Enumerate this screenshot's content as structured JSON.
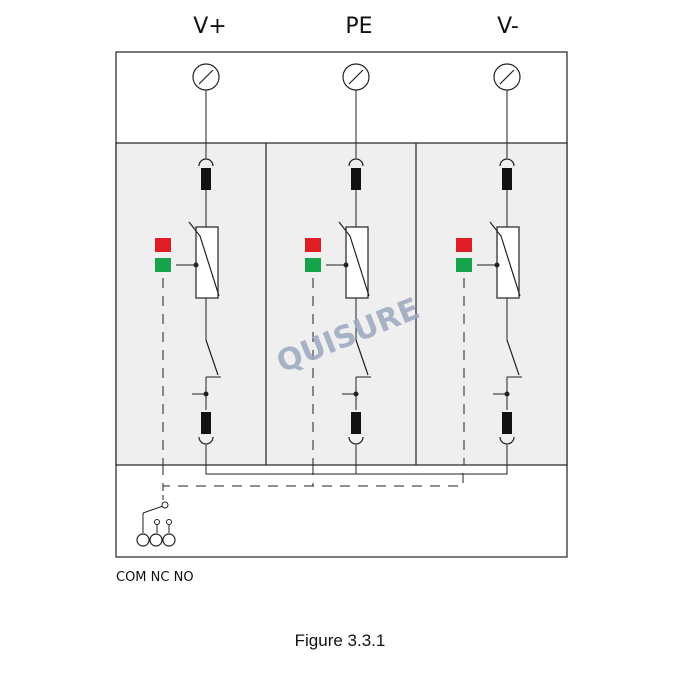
{
  "terminals": [
    {
      "label": "V+",
      "indicator_top": "#e01c24",
      "indicator_bottom": "#17a34a"
    },
    {
      "label": "PE",
      "indicator_top": "#e01c24",
      "indicator_bottom": "#17a34a"
    },
    {
      "label": "V-",
      "indicator_top": "#e01c24",
      "indicator_bottom": "#17a34a"
    }
  ],
  "remote_signal_label": "COM NC NO",
  "watermark": "QUISURE",
  "caption": "Figure 3.3.1",
  "colors": {
    "module_fill": "#efefef",
    "line": "#222222",
    "fuse": "#111111"
  }
}
